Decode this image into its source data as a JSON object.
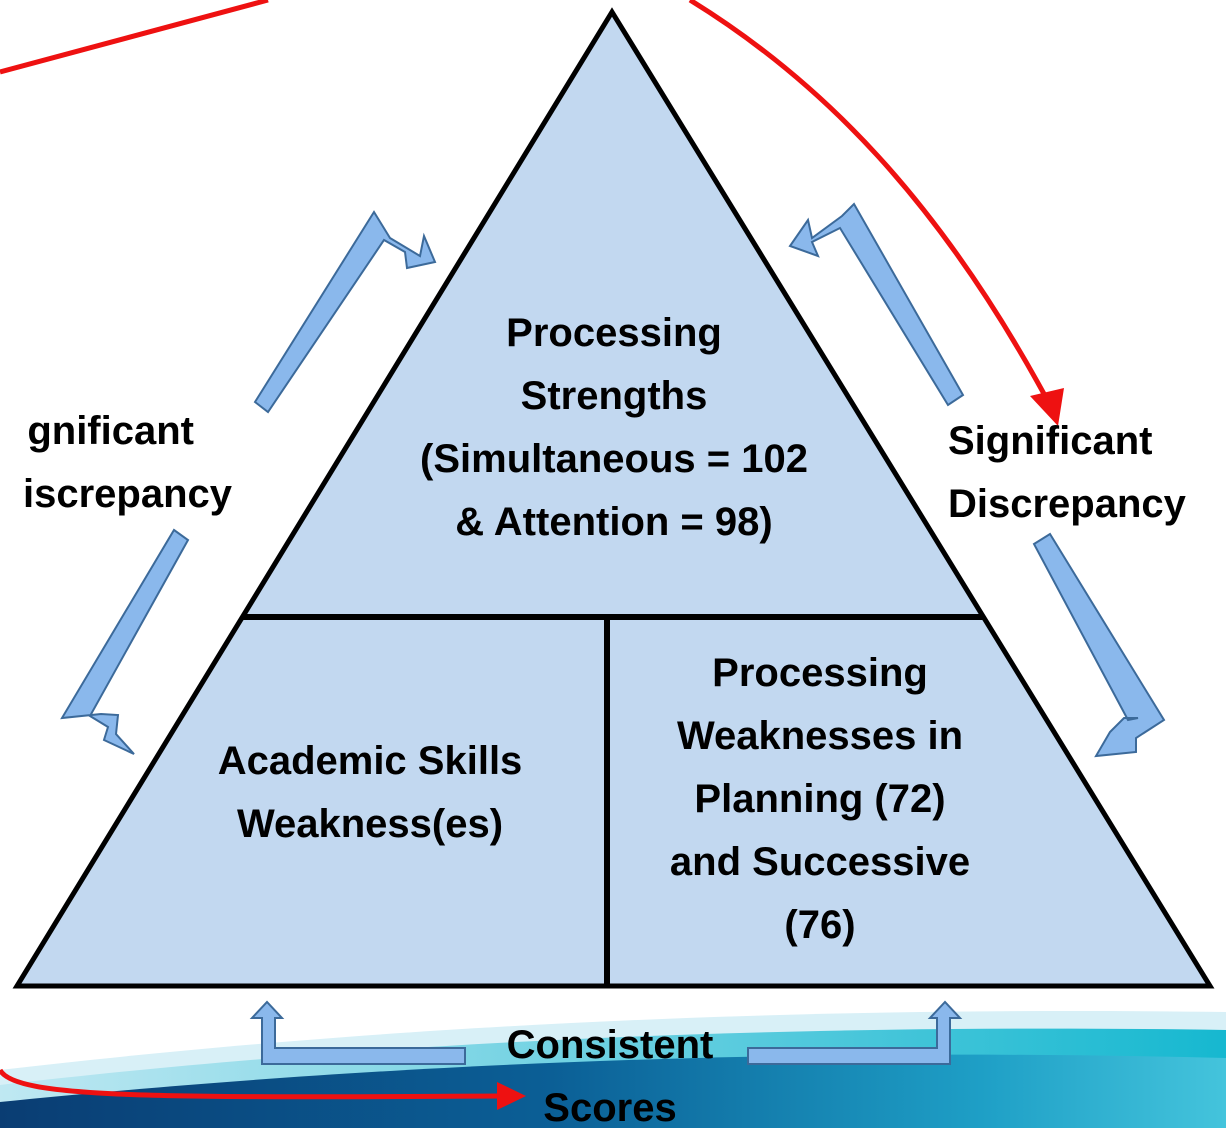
{
  "top_section": {
    "lines": [
      "Processing",
      "Strengths",
      "(Simultaneous = 102",
      "& Attention = 98)"
    ]
  },
  "bottom_left_section": {
    "lines": [
      "Academic Skills",
      "Weakness(es)"
    ]
  },
  "bottom_right_section": {
    "lines": [
      "Processing",
      "Weaknesses in",
      "Planning (72)",
      "and Successive",
      "(76)"
    ]
  },
  "left_connector": {
    "lines": [
      "gnificant",
      "iscrepancy"
    ]
  },
  "right_connector": {
    "lines": [
      "Significant",
      "Discrepancy"
    ]
  },
  "bottom_connector": {
    "lines": [
      "Consistent",
      "Scores"
    ]
  },
  "colors": {
    "triangle_fill": "#c2d8f0",
    "outline": "#000000",
    "arrow_fill": "#8ab8ec",
    "arrow_stroke": "#3c6a9a",
    "red_arrow": "#ee1111",
    "wave_light": "#d2eef6",
    "wave_teal": "#18b4cc",
    "wave_dark": "#0a4f86"
  }
}
